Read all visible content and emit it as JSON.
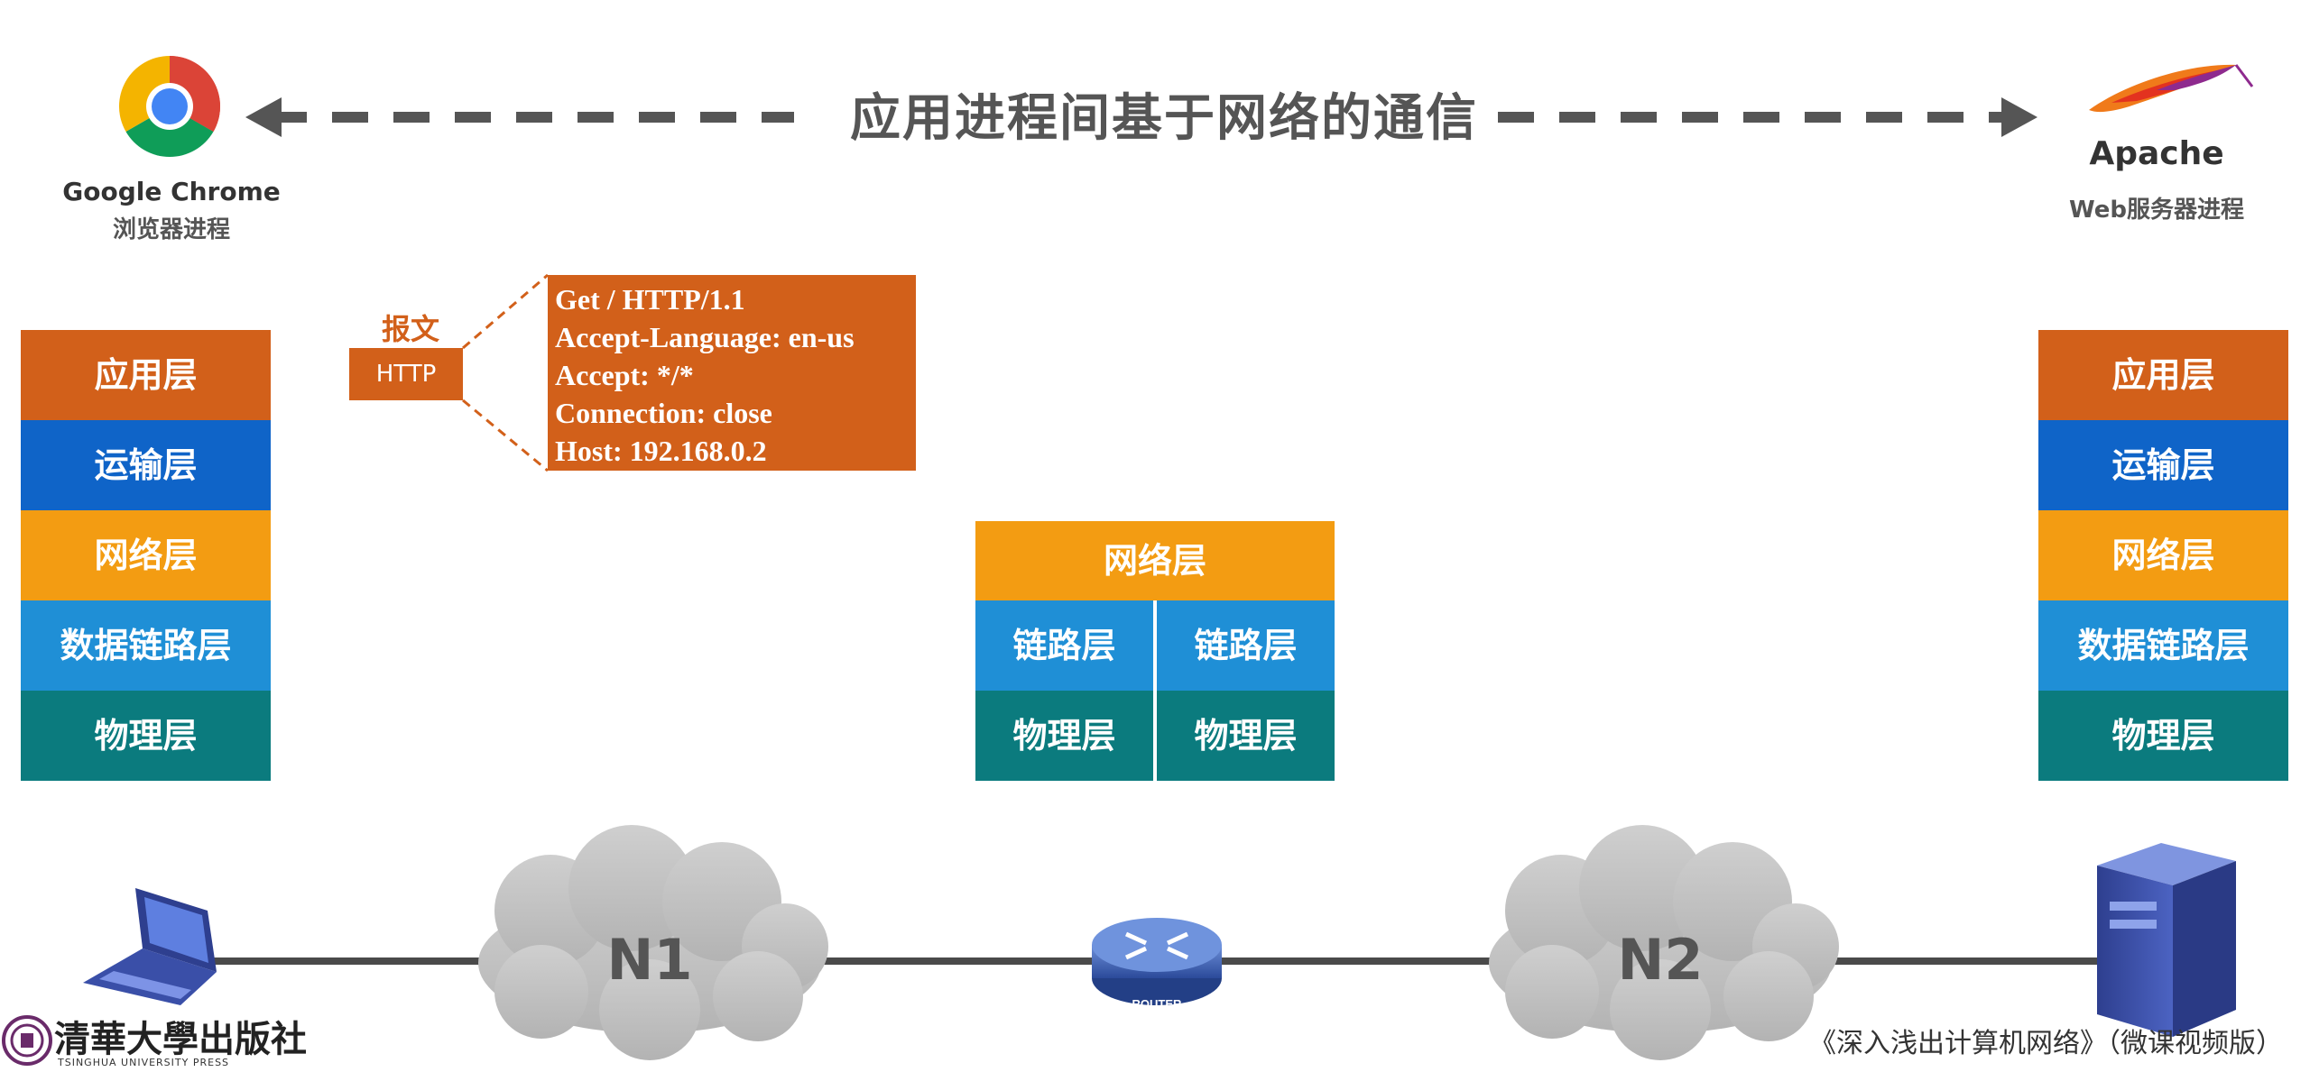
{
  "title": "应用进程间基于网络的通信",
  "client": {
    "name": "Google Chrome",
    "subtitle": "浏览器进程"
  },
  "server": {
    "name": "Apache",
    "subtitle": "Web服务器进程"
  },
  "client_stack": [
    "应用层",
    "运输层",
    "网络层",
    "数据链路层",
    "物理层"
  ],
  "server_stack": [
    "应用层",
    "运输层",
    "网络层",
    "数据链路层",
    "物理层"
  ],
  "router_stack": {
    "network": "网络层",
    "left": [
      "链路层",
      "物理层"
    ],
    "right": [
      "链路层",
      "物理层"
    ]
  },
  "message": {
    "label": "报文",
    "protocol": "HTTP",
    "lines": [
      "Get / HTTP/1.1",
      "Accept-Language: en-us",
      "Accept: */*",
      "Connection: close",
      "Host: 192.168.0.2"
    ]
  },
  "network": {
    "n1": "N1",
    "n2": "N2",
    "router_label": "ROUTER"
  },
  "footer": {
    "publisher": "清華大學出版社",
    "publisher_en": "TSINGHUA UNIVERSITY PRESS",
    "course": "《深入浅出计算机网络》（微课视频版）"
  },
  "colors": {
    "application": "#d2601a",
    "transport": "#0f64c8",
    "network": "#f39c12",
    "datalink": "#1f8fd6",
    "physical": "#0b7b7e"
  }
}
